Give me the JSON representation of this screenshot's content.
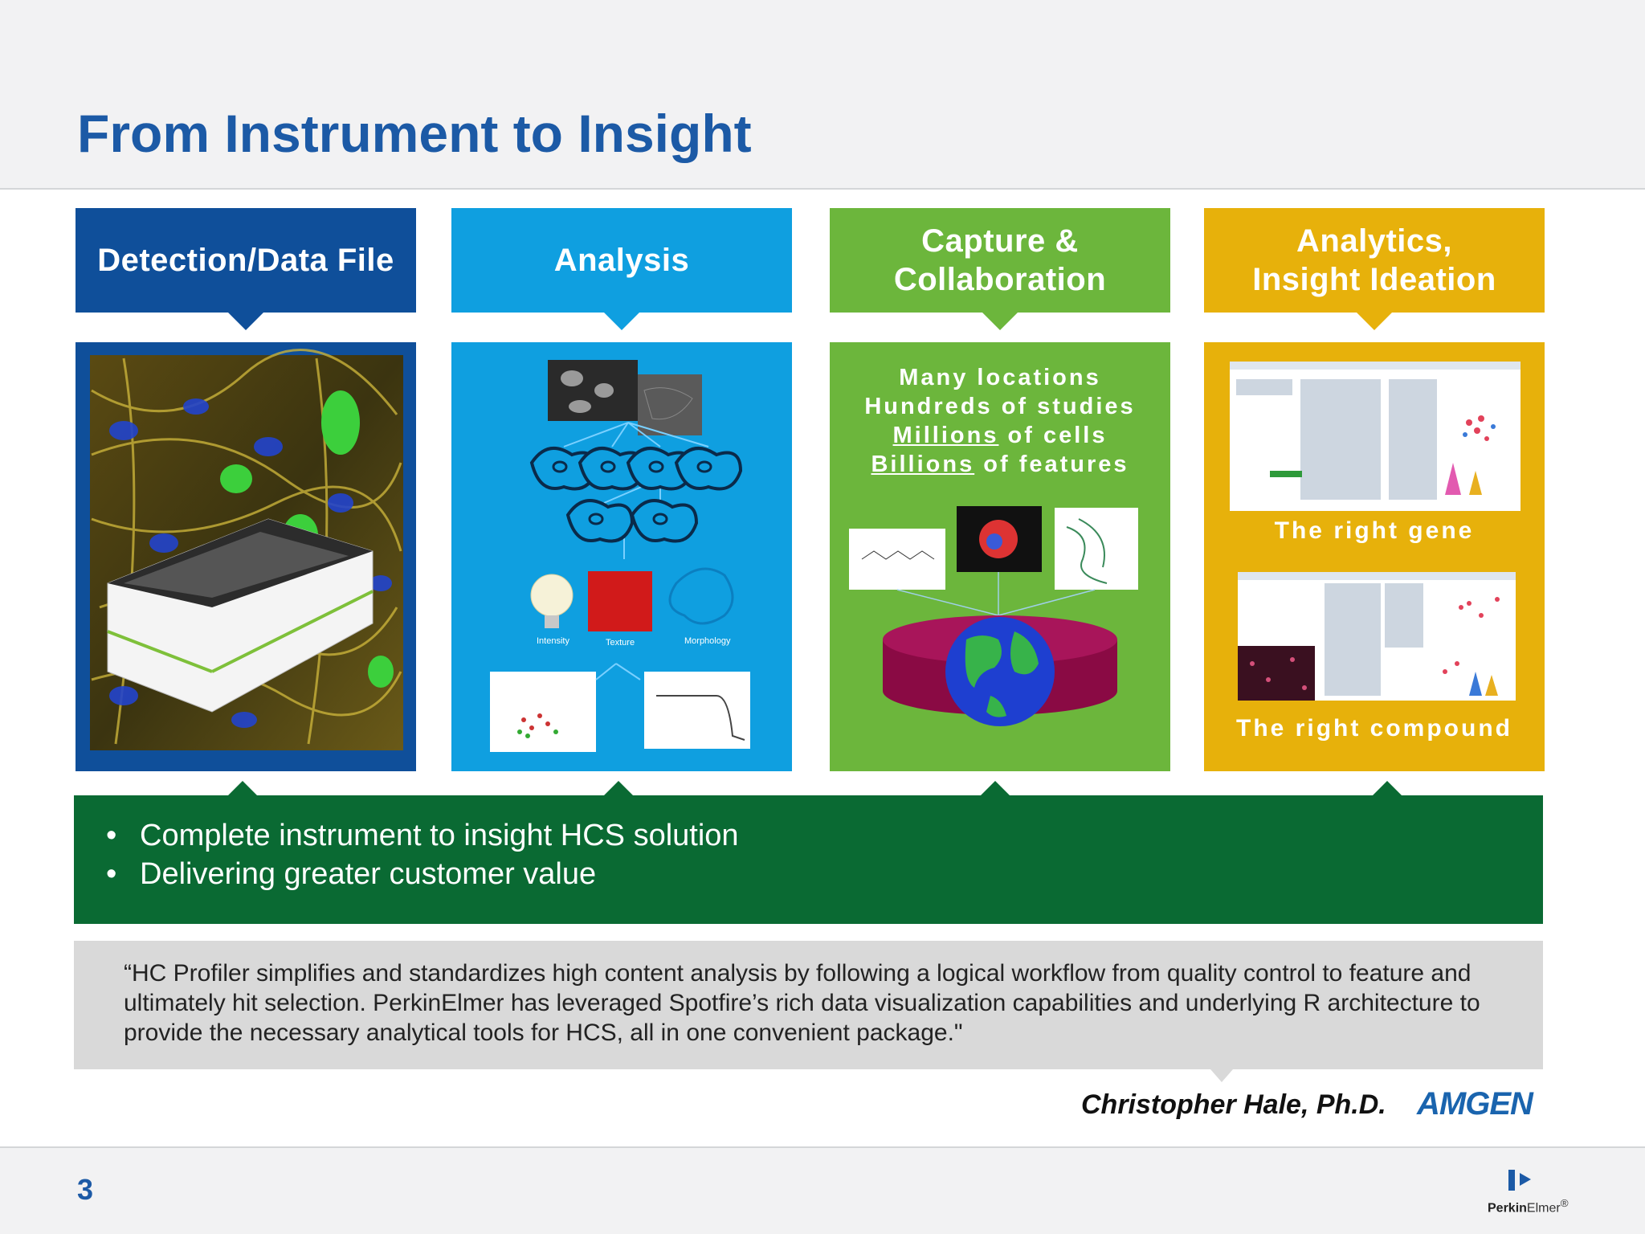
{
  "slide": {
    "title": "From Instrument to Insight",
    "page_number": "3"
  },
  "columns": [
    {
      "header": "Detection/Data File"
    },
    {
      "header": "Analysis",
      "labels": [
        "Intensity",
        "Texture",
        "Morphology"
      ]
    },
    {
      "header": "Capture & Collaboration",
      "lines": [
        "Many locations",
        "Hundreds of studies",
        "Millions",
        " of cells",
        "Billions",
        " of features"
      ]
    },
    {
      "header": "Analytics, Insight Ideation",
      "captions": [
        "The right gene",
        "The right compound"
      ]
    }
  ],
  "benefits": [
    "Complete instrument to insight HCS solution",
    "Delivering greater customer value"
  ],
  "quote": {
    "text": "“HC Profiler simplifies and standardizes high content analysis by following a logical workflow from quality control to feature and ultimately hit selection. PerkinElmer has leveraged Spotfire’s rich data visualization capabilities and underlying R architecture to provide the necessary analytical tools for HCS, all in one convenient package.\"",
    "author": "Christopher Hale, Ph.D.",
    "company_logo": "AMGEN"
  },
  "footer": {
    "logo_text_bold": "Perkin",
    "logo_text_light": "Elmer",
    "logo_mark": "®"
  },
  "colors": {
    "title_blue": "#1c5aa6",
    "detection_blue": "#0f4f9a",
    "analysis_cyan": "#0f9fe0",
    "capture_green": "#6cb63c",
    "analytics_gold": "#e7b10b",
    "band_green": "#0a6a33"
  }
}
